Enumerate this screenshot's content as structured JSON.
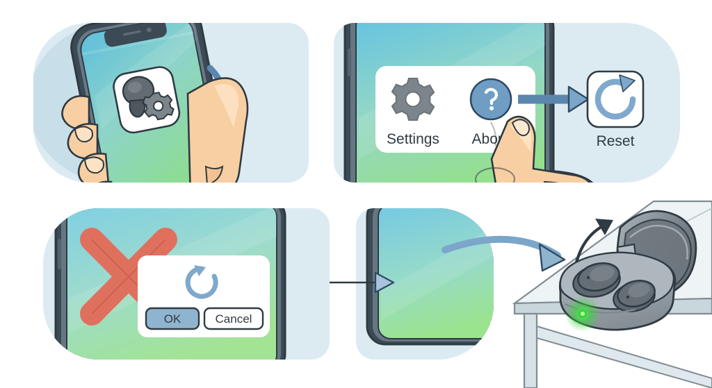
{
  "illustration": {
    "title": "Earbuds factory reset instruction sequence",
    "style": "flat line illustration, four steps",
    "background_color": "#ffffff"
  },
  "palette": {
    "panel_bg": "#dceaf2",
    "panel_bg_alt": "#e3eef5",
    "oval_bg": "#c8dfe9",
    "phone_bezel": "#3b4a55",
    "phone_bezel_light": "#8fa3b0",
    "screen_top": "#6dc3e0",
    "screen_mid": "#8fd6c9",
    "screen_bottom": "#93de86",
    "skin": "#f8cfa2",
    "skin_light": "#fde3c4",
    "outline": "#2f3a42",
    "accent_blue": "#5b86ad",
    "arrow_blue": "#7ba6c9",
    "red_x": "#e0705e",
    "gear_gray": "#7d858c",
    "case_gray": "#9aa3aa",
    "case_dark": "#6e777e",
    "led_green": "#39d63a",
    "table_top": "#eef3f5",
    "table_side": "#c9d6dc",
    "white": "#ffffff"
  },
  "panels": [
    {
      "id": "panel-1",
      "step": 1,
      "name": "open-earbuds-app-on-phone",
      "description": "A hand holds a smartphone; an arrow points to the earbuds settings app icon on the screen.",
      "elements": {
        "app_icon": {
          "name": "earbuds-settings-app-icon",
          "depicts": [
            "earbud",
            "gear"
          ],
          "shape": "rounded-square",
          "background": "#ffffff"
        },
        "arrow": {
          "name": "pointer-arrow",
          "direction": "down-left",
          "color": "#5b86ad"
        },
        "hand": {
          "name": "hand-holding-phone"
        },
        "phone": {
          "name": "smartphone"
        }
      }
    },
    {
      "id": "panel-2",
      "step": 2,
      "name": "tap-about-then-reset",
      "description": "A finger taps the About entry in the app menu; an arrow leads to the Reset button.",
      "menu": {
        "name": "app-menu-card",
        "items": [
          {
            "label": "Settings",
            "icon": "gear-icon",
            "icon_color": "#7d858c"
          },
          {
            "label": "About",
            "icon": "question-circle-icon",
            "icon_color": "#6f9dc4"
          }
        ]
      },
      "arrow": {
        "name": "flow-arrow-to-reset",
        "direction": "right",
        "color": "#5b86ad"
      },
      "reset_button": {
        "name": "reset-button",
        "label": "Reset",
        "icon": "circular-arrow-refresh-icon",
        "icon_color": "#7fa9cc",
        "background": "#ffffff"
      },
      "hand": {
        "name": "pointing-finger"
      }
    },
    {
      "id": "panel-3",
      "step": 3,
      "name": "confirm-reset-dialog",
      "description": "A confirmation dialog appears over the phone with a reset icon and two buttons; a red X marks the old pairing.",
      "dialog": {
        "name": "reset-confirm-dialog",
        "icon": "circular-arrow-refresh-icon",
        "icon_color": "#7fa9cc",
        "buttons": [
          {
            "label": "OK",
            "style": "primary",
            "fill": "#8fb4cf"
          },
          {
            "label": "Cancel",
            "style": "secondary",
            "fill": "#ffffff"
          }
        ]
      },
      "red_x": {
        "name": "red-x-mark",
        "color": "#e0705e",
        "meaning": "previous pairing removed"
      }
    },
    {
      "id": "panel-4",
      "step": 4,
      "name": "reopen-case-to-repair",
      "description": "An arrow leads from the phone to an earbuds charging case on a table; the lid opens and a green LED lights up.",
      "phone": {
        "name": "smartphone-screen"
      },
      "arrow_between_panels": {
        "name": "step-flow-arrow",
        "direction": "right",
        "color": "#3b4a55"
      },
      "curved_arrow": {
        "name": "curved-flow-arrow-to-case",
        "direction": "right-down",
        "color": "#7ba6c9"
      },
      "lid_arrow": {
        "name": "lid-open-arrow",
        "direction": "up",
        "color": "#2f3a42"
      },
      "case": {
        "name": "earbuds-charging-case",
        "state": "open",
        "earbuds_count": 2,
        "led": {
          "name": "status-led",
          "color": "#39d63a",
          "state": "on"
        }
      },
      "table": {
        "name": "table"
      }
    }
  ]
}
